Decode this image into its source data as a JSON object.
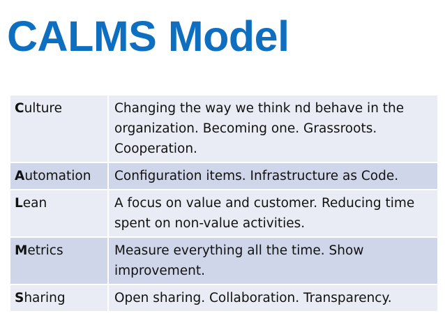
{
  "slide": {
    "title": "CALMS Model"
  },
  "table": {
    "rows": [
      {
        "initial": "C",
        "rest": "ulture",
        "description": "Changing the way we think nd behave in the organization. Becoming one. Grassroots. Cooperation."
      },
      {
        "initial": "A",
        "rest": "utomation",
        "description": "Configuration items. Infrastructure as Code."
      },
      {
        "initial": "L",
        "rest": "ean",
        "description": "A focus on value and customer. Reducing time spent on non-value activities."
      },
      {
        "initial": "M",
        "rest": "etrics",
        "description": "Measure everything all the time. Show improvement."
      },
      {
        "initial": "S",
        "rest": "haring",
        "description": "Open sharing. Collaboration. Transparency."
      }
    ]
  },
  "colors": {
    "title": "#0e6fc1",
    "row_light": "#e9ecf5",
    "row_dark": "#cfd6ea",
    "text": "#111111"
  }
}
